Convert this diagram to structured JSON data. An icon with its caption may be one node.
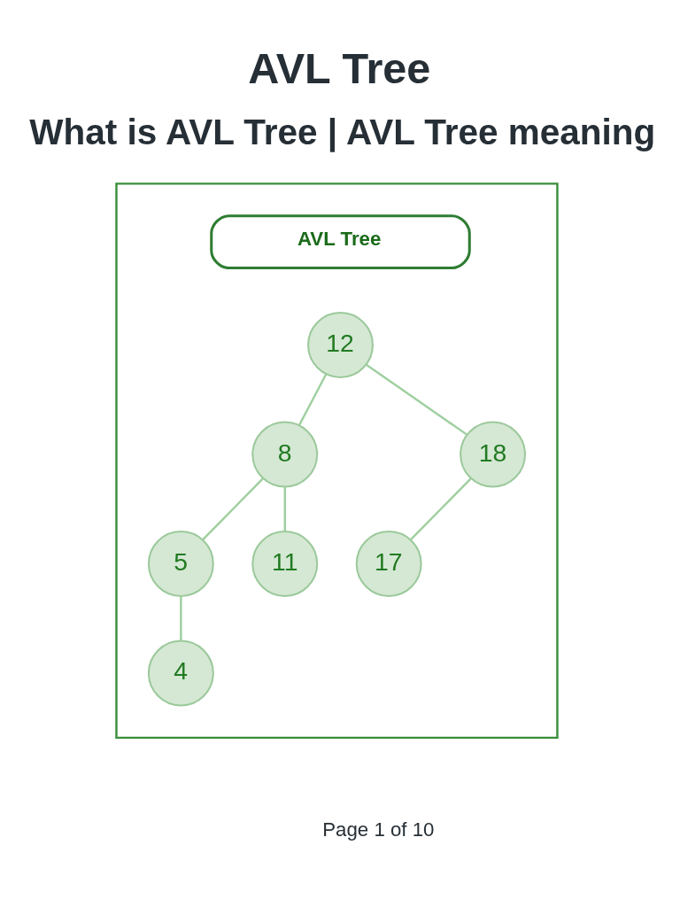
{
  "diagram": {
    "title": "AVL Tree",
    "nodes": [
      {
        "text": [],
        "shape": "box"
      },
      {
        "text": [
          "AVL Tree"
        ],
        "in": 0
      },
      {
        "text": [
          "12"
        ],
        "in": 0
      },
      {
        "text": [
          "8"
        ],
        "in": 0
      },
      {
        "text": [
          "18"
        ],
        "in": 0
      },
      {
        "text": [
          "5"
        ],
        "in": 0
      },
      {
        "text": [
          "11"
        ],
        "in": 0
      },
      {
        "text": [
          "17"
        ],
        "in": 0
      },
      {
        "text": [
          "4"
        ],
        "in": 0
      }
    ],
    "edges": [
      {
        "from": 2,
        "to": 3,
        "arrow": "none"
      },
      {
        "from": 2,
        "to": 4,
        "arrow": "none"
      },
      {
        "from": 3,
        "to": 5,
        "arrow": "none"
      },
      {
        "from": 3,
        "to": 6,
        "arrow": "none"
      },
      {
        "from": 4,
        "to": 7,
        "arrow": "none"
      },
      {
        "from": 5,
        "to": 8,
        "arrow": "none"
      }
    ],
    "labels": [
      "What is AVL Tree | AVL Tree meaning",
      "Page 1 of 10"
    ]
  }
}
